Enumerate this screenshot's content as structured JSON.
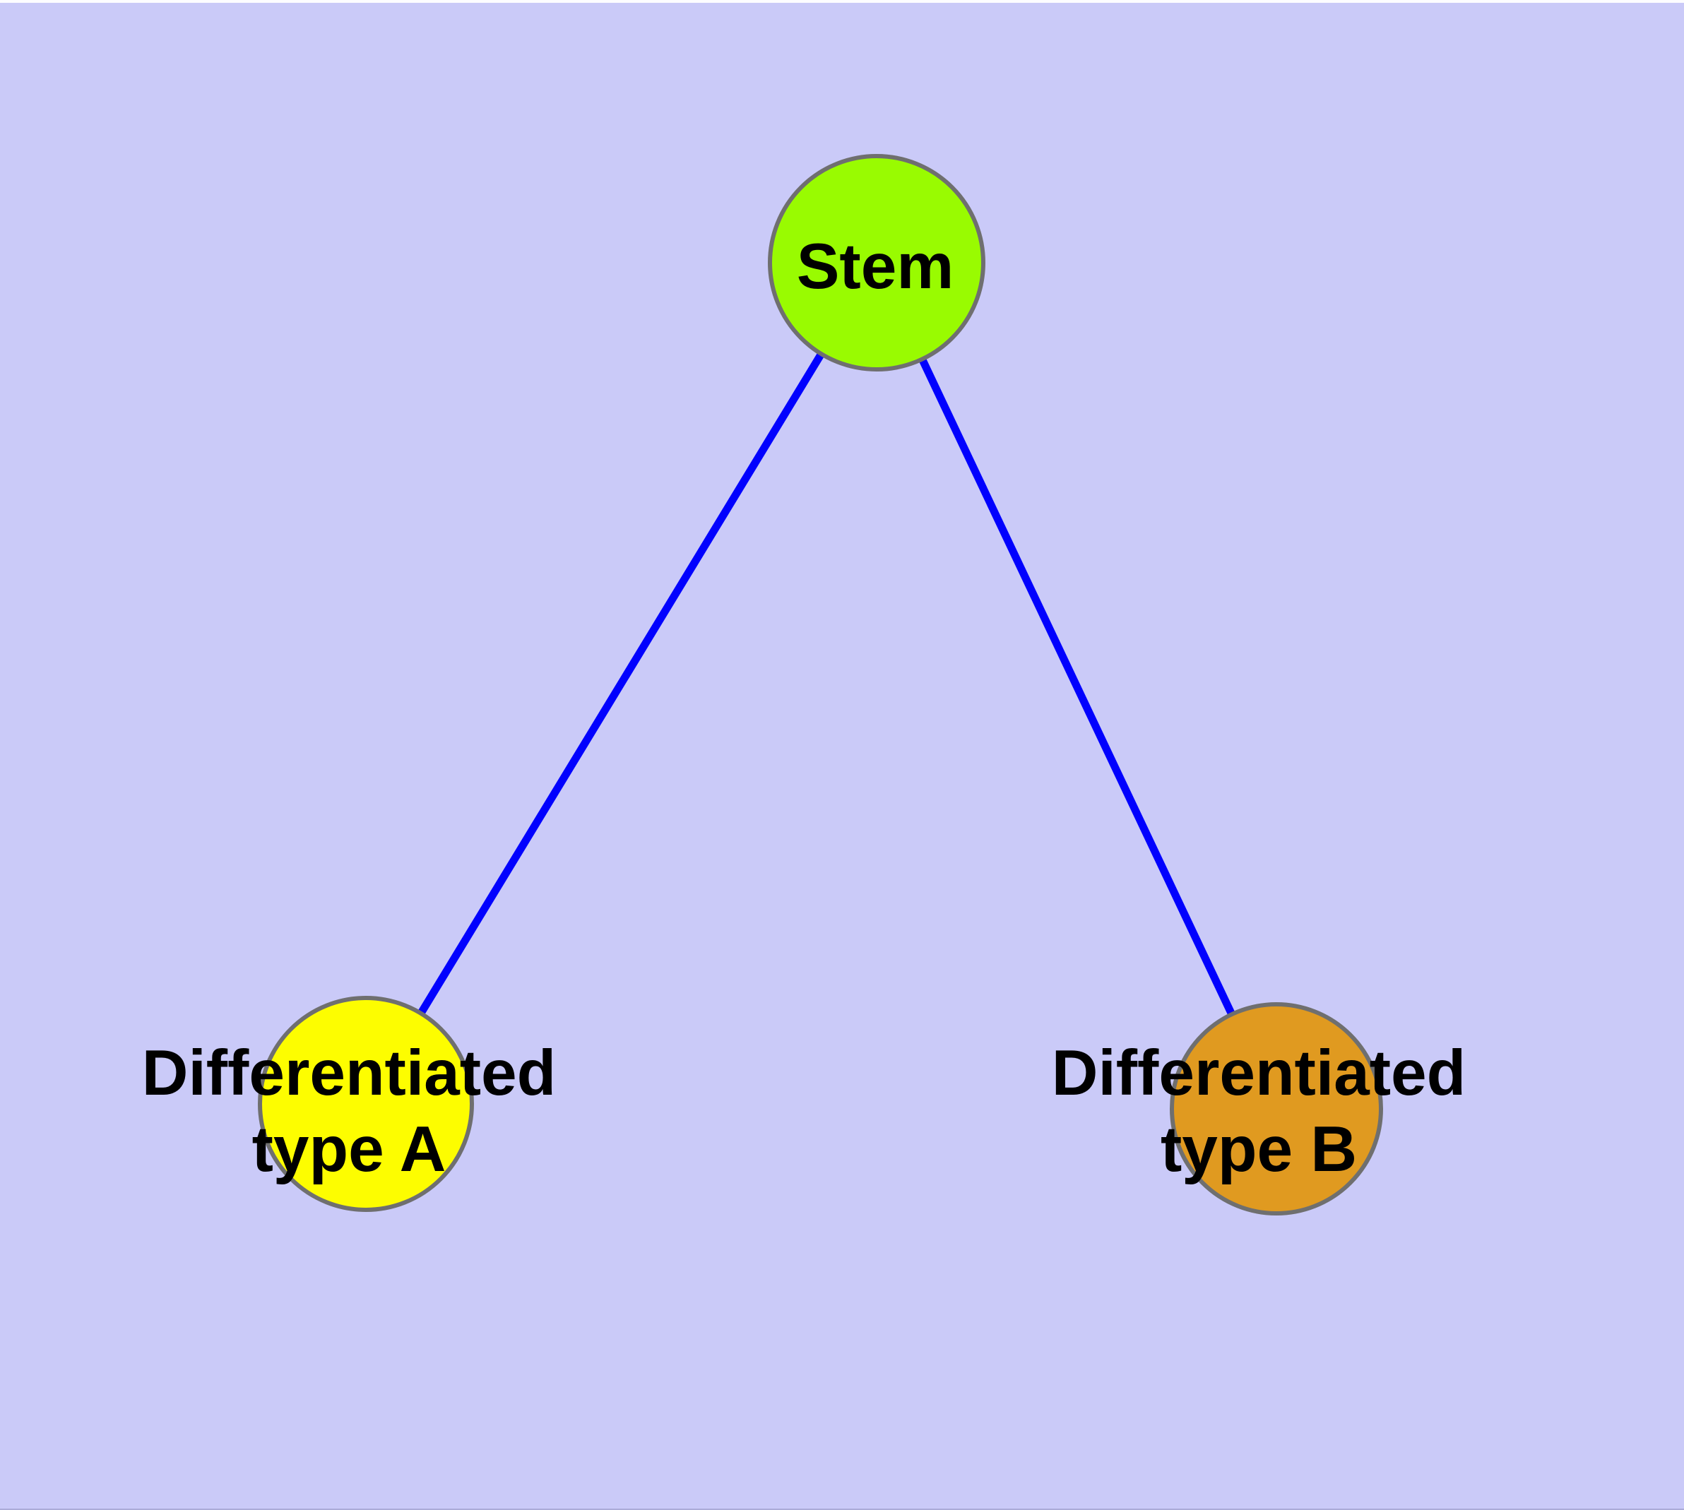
{
  "figure": {
    "background_color": "#CACAF8",
    "top_edge_color": "#FDFDFF",
    "bottom_edge_color": "#ABABD8",
    "edge_color": "#0101FE",
    "node_border_color": "#6F6F6F",
    "text_color": "#000000",
    "nodes": [
      {
        "id": "stem",
        "label": "Stem",
        "fill": "#99FB01",
        "lines": [
          "Stem"
        ]
      },
      {
        "id": "differentiated-type-a",
        "label": "Differentiated type A",
        "fill": "#FDFD00",
        "lines": [
          "Differentiated",
          "type A"
        ]
      },
      {
        "id": "differentiated-type-b",
        "label": "Differentiated type B",
        "fill": "#E09A20",
        "lines": [
          "Differentiated",
          "type B"
        ]
      }
    ],
    "edges": [
      {
        "from": "stem",
        "to": "differentiated-type-a"
      },
      {
        "from": "stem",
        "to": "differentiated-type-b"
      }
    ]
  }
}
